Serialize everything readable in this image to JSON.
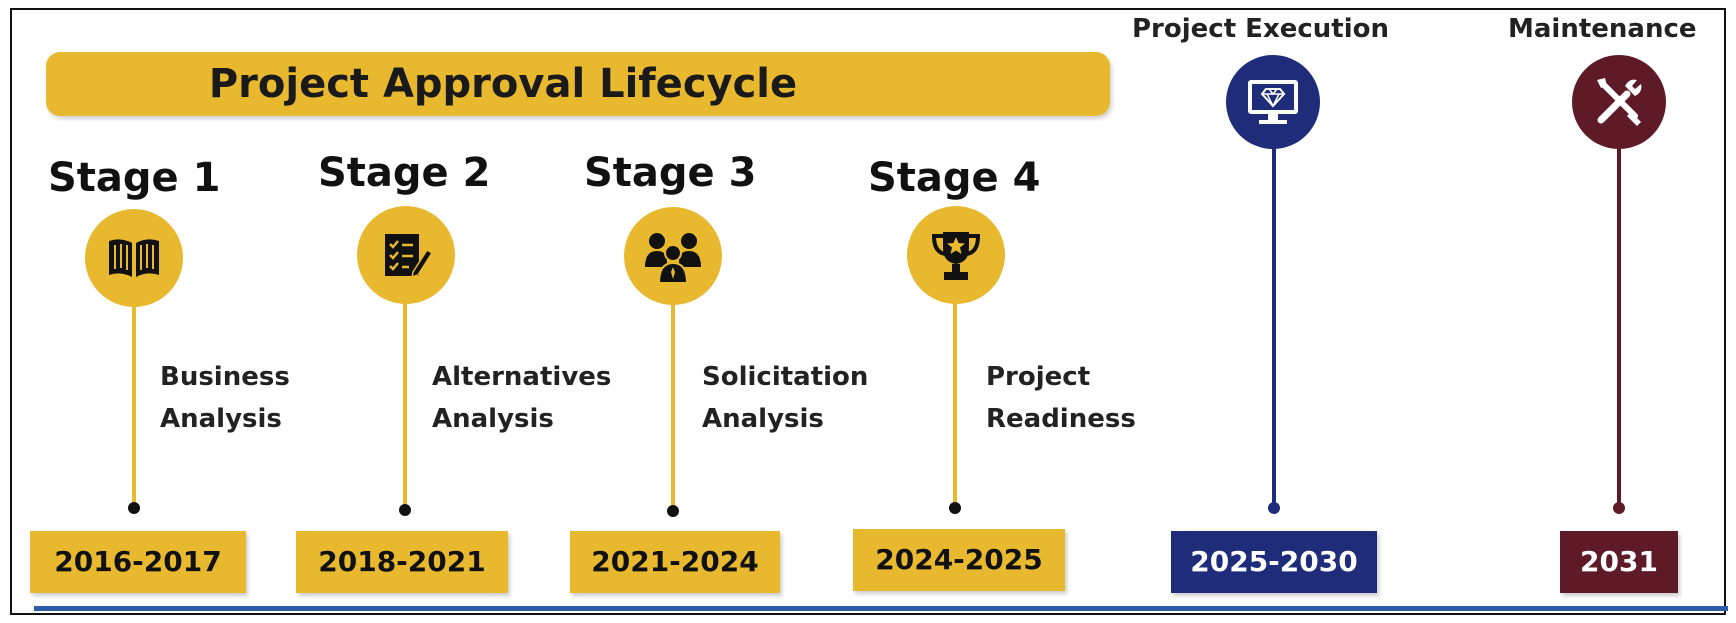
{
  "banner": {
    "title": "Project Approval Lifecycle"
  },
  "stages": [
    {
      "title": "Stage 1",
      "icon": "book-icon",
      "desc_line1": "Business",
      "desc_line2": "Analysis",
      "dates": "2016-2017"
    },
    {
      "title": "Stage 2",
      "icon": "checklist-pencil-icon",
      "desc_line1": "Alternatives",
      "desc_line2": "Analysis",
      "dates": "2018-2021"
    },
    {
      "title": "Stage 3",
      "icon": "team-icon",
      "desc_line1": "Solicitation",
      "desc_line2": "Analysis",
      "dates": "2021-2024"
    },
    {
      "title": "Stage 4",
      "icon": "trophy-icon",
      "desc_line1": "Project",
      "desc_line2": "Readiness",
      "dates": "2024-2025"
    }
  ],
  "execution": {
    "title": "Project Execution",
    "icon": "monitor-diamond-icon",
    "dates": "2025-2030"
  },
  "maintenance": {
    "title": "Maintenance",
    "icon": "tools-icon",
    "dates": "2031"
  },
  "colors": {
    "gold": "#E8B92F",
    "navy": "#1E2C7A",
    "maroon": "#5E1A26",
    "baseline": "#2E5BA8"
  }
}
